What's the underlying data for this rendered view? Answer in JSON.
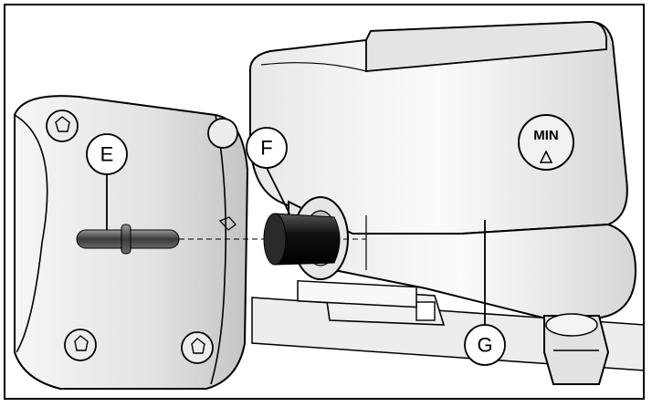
{
  "callouts": [
    {
      "label": "E",
      "target": "pin"
    },
    {
      "label": "F",
      "target": "rubber-boot"
    },
    {
      "label": "G",
      "target": "master-cylinder-body"
    }
  ],
  "reservoir_mark": "MIN",
  "colors": {
    "line": "#000000",
    "part_fill": "#f4f4f4",
    "shadow": "#c8c8c8",
    "dark_part": "#1a1a1a"
  }
}
